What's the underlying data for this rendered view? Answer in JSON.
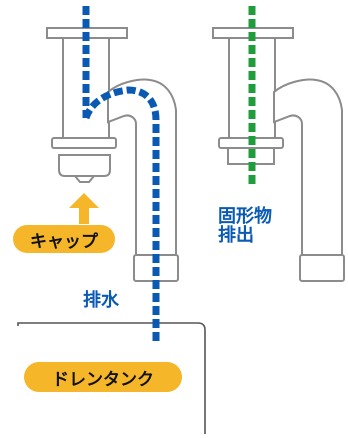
{
  "labels": {
    "cap": "キャップ",
    "drain": "排水",
    "tank": "ドレンタンク",
    "solid_line1": "固形物",
    "solid_line2": "排出"
  },
  "colors": {
    "pipe_stroke": "#8c8c8c",
    "pipe_fill": "#ffffff",
    "flow_blue": "#0a5ab4",
    "flow_green": "#1f9c3c",
    "arrow_orange": "#f5b62a",
    "pill_orange": "#f5b62a",
    "label_blue": "#0a5ab4",
    "tank_line": "#555555"
  },
  "icons": {
    "arrow": "up-arrow-icon"
  }
}
